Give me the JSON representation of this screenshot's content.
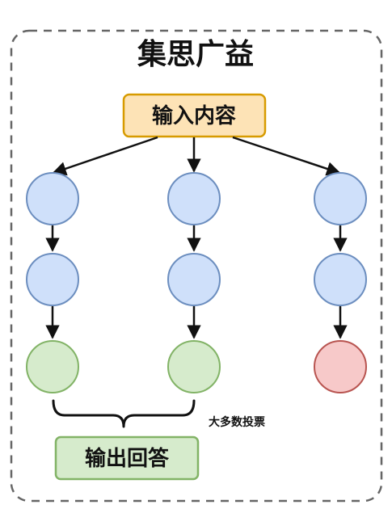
{
  "title": "集思广益",
  "input_label": "输入内容",
  "output_label": "输出回答",
  "vote_label": "大多数投票",
  "colors": {
    "border": "#666666",
    "input_fill": "#fde3b6",
    "input_stroke": "#d79b00",
    "node_blue_fill": "#cfe0fa",
    "node_blue_stroke": "#6c8ebf",
    "node_green_fill": "#d6ebcc",
    "node_green_stroke": "#82b366",
    "node_red_fill": "#f7c9c9",
    "node_red_stroke": "#b85450",
    "output_fill": "#d6ebcc",
    "output_stroke": "#82b366"
  },
  "chains": [
    {
      "nodes": [
        "blue",
        "blue",
        "green"
      ]
    },
    {
      "nodes": [
        "blue",
        "blue",
        "green"
      ]
    },
    {
      "nodes": [
        "blue",
        "blue",
        "red"
      ]
    }
  ]
}
